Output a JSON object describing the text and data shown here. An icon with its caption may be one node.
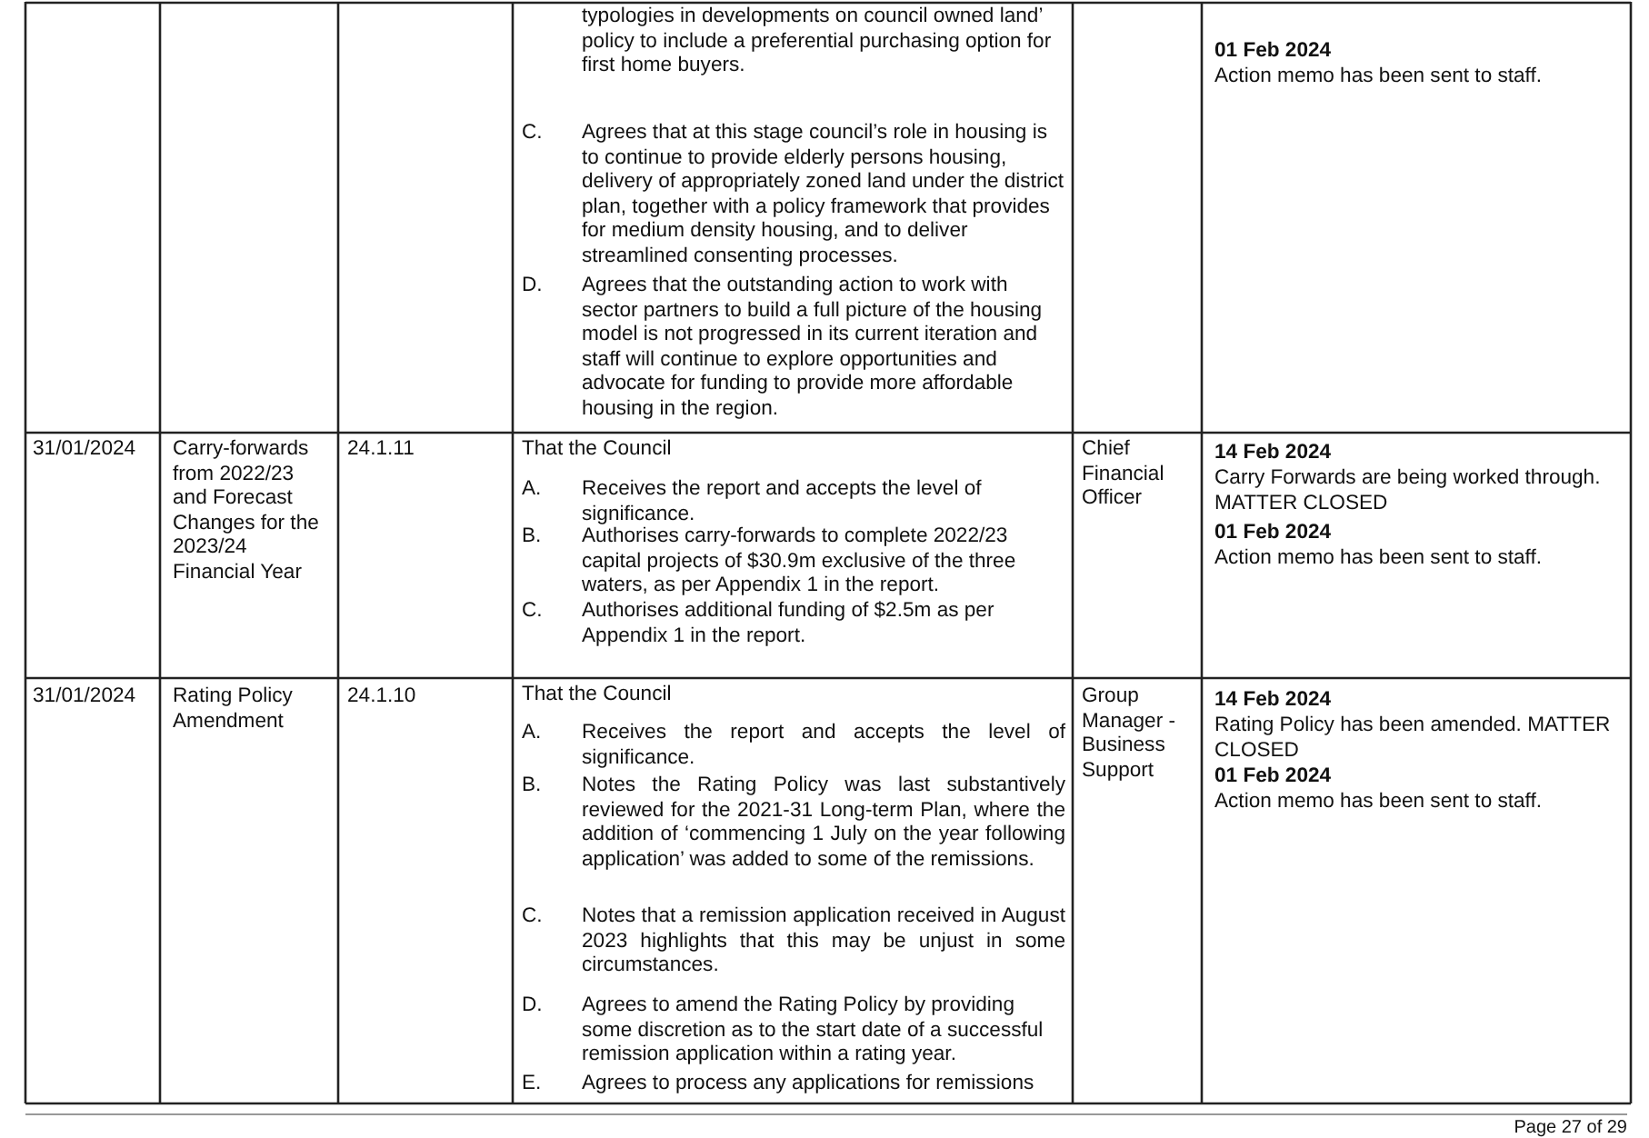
{
  "diagram": {
    "labels": [
      "typologies in developments on council owned land’ policy to include a preferential purchasing option for first home buyers.",
      "C.",
      "Agrees that at this stage council’s role in housing is to continue to provide elderly persons housing, delivery of appropriately zoned land under the district plan, together with a policy framework that provides for medium density housing, and to deliver streamlined consenting processes.",
      "D.",
      "Agrees that the outstanding action to work with sector partners to build a full picture of the housing model is not progressed in its current iteration and staff will continue to explore opportunities and advocate for funding to provide more affordable housing in the region.",
      "01 Feb 2024",
      "Action memo has been sent to staff.",
      "31/01/2024",
      "Carry-forwards from 2022/23 and Forecast Changes for the 2023/24 Financial Year",
      "24.1.11",
      "That the Council",
      "A.",
      "Receives the report and accepts the level of significance.",
      "B.",
      "Authorises carry-forwards to complete 2022/23 capital projects of $30.9m exclusive of the three waters, as per Appendix 1 in the report.",
      "C.",
      "Authorises additional funding of $2.5m as per Appendix 1 in the report.",
      "Chief Financial Officer",
      "14 Feb 2024",
      "Carry Forwards are being worked through. MATTER CLOSED",
      "01 Feb 2024",
      "Action memo has been sent to staff.",
      "31/01/2024",
      "Rating Policy Amendment",
      "24.1.10",
      "That the Council",
      "A.",
      "Receives the report and accepts the level of significance.",
      "B.",
      "Notes the Rating Policy was last substantively reviewed for the 2021-31 Long-term Plan, where the addition of ‘commencing 1 July on the year following application’ was added to some of the remissions.",
      "C.",
      "Notes that a remission application received in August 2023 highlights that this may be unjust in some circumstances.",
      "D.",
      "Agrees to amend the Rating Policy by providing some discretion as to the start date of a successful remission application within a rating year.",
      "E.",
      "Agrees to process any applications for remissions",
      "Group Manager - Business Support",
      "14 Feb 2024",
      "Rating Policy has been amended. MATTER CLOSED",
      "01 Feb 2024",
      "Action memo has been sent to staff.",
      "Page 27 of 29"
    ]
  }
}
